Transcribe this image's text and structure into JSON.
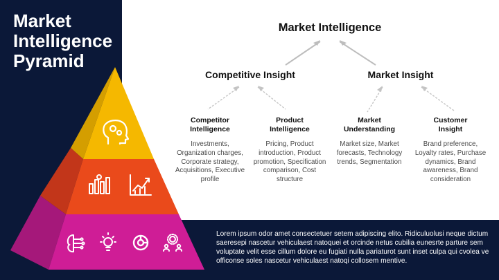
{
  "title": {
    "line1": "Market",
    "line2": "Intelligence",
    "line3": "Pyramid"
  },
  "hierarchy": {
    "root": "Market Intelligence",
    "branches": [
      {
        "label": "Competitive Insight",
        "children": [
          {
            "title_line1": "Competitor",
            "title_line2": "Intelligence",
            "description": "Investments, Organization charges, Corporate strategy, Acquisitions, Executive profile"
          },
          {
            "title_line1": "Product",
            "title_line2": "Intelligence",
            "description": "Pricing, Product introduction, Product promotion, Specification comparison, Cost structure"
          }
        ]
      },
      {
        "label": "Market Insight",
        "children": [
          {
            "title_line1": "Market",
            "title_line2": "Understanding",
            "description": "Market size, Market forecasts, Technology trends, Segmentation"
          },
          {
            "title_line1": "Customer",
            "title_line2": "Insight",
            "description": "Brand preference, Loyalty rates, Purchase dynamics, Brand awareness, Brand consideration"
          }
        ]
      }
    ]
  },
  "pyramid": {
    "tiers": [
      {
        "color": "#f5b800",
        "side_color": "#d49e00",
        "icons": [
          "head-gears-icon"
        ]
      },
      {
        "color": "#ea4a1b",
        "side_color": "#c2361a",
        "icons": [
          "bar-chart-dollar-icon",
          "growth-chart-icon"
        ]
      },
      {
        "color": "#cf1d96",
        "side_color": "#a5187a",
        "icons": [
          "brain-circuit-icon",
          "lightbulb-icon",
          "donut-chart-icon",
          "team-gear-icon"
        ]
      }
    ]
  },
  "footer": {
    "text": "Lorem ipsum odor amet consectetuer setem adipiscing elito. Ridiculuolusi neque dictum saeresepi nascetur vehiculaest natoquei et orcinde netus cubilia eunesrte parture sem voluptate velit esse cillum dolore eu fugiati nulla pariaturot sunt inset culpa qui cvolea ve officonse soles nascetur vehiculaest natoqi collosem mentive."
  },
  "colors": {
    "navy": "#0b1838",
    "connector": "#bdbdbd"
  }
}
